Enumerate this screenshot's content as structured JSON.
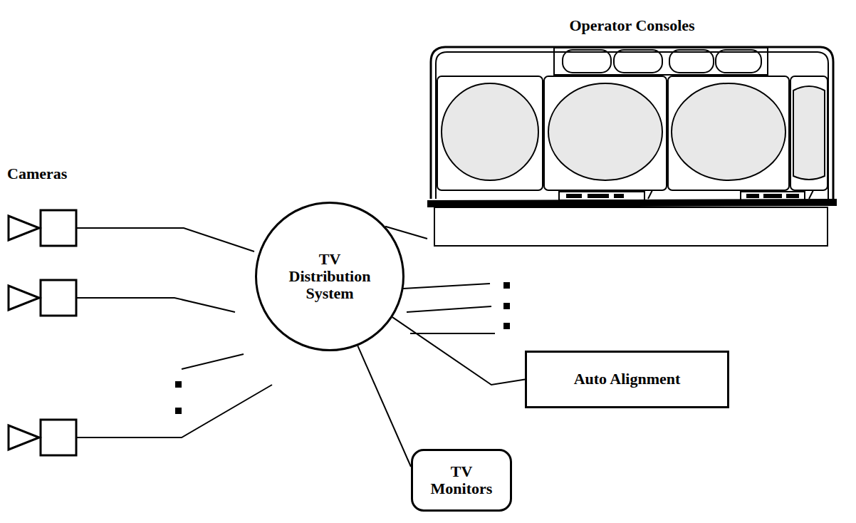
{
  "diagram": {
    "nodes": [
      {
        "text": [
          "TV Distribution System"
        ]
      },
      {
        "text": [
          "Operator Consoles"
        ]
      },
      {
        "text": [
          "Auto Alignment"
        ]
      },
      {
        "text": [
          "TV Monitors"
        ]
      }
    ],
    "edges": [
      {
        "from": 0,
        "to": 1,
        "arrow": "none"
      },
      {
        "from": 0,
        "to": 2,
        "arrow": "none"
      },
      {
        "from": 0,
        "to": 3,
        "arrow": "none"
      }
    ],
    "labels": [
      "Cameras"
    ]
  }
}
